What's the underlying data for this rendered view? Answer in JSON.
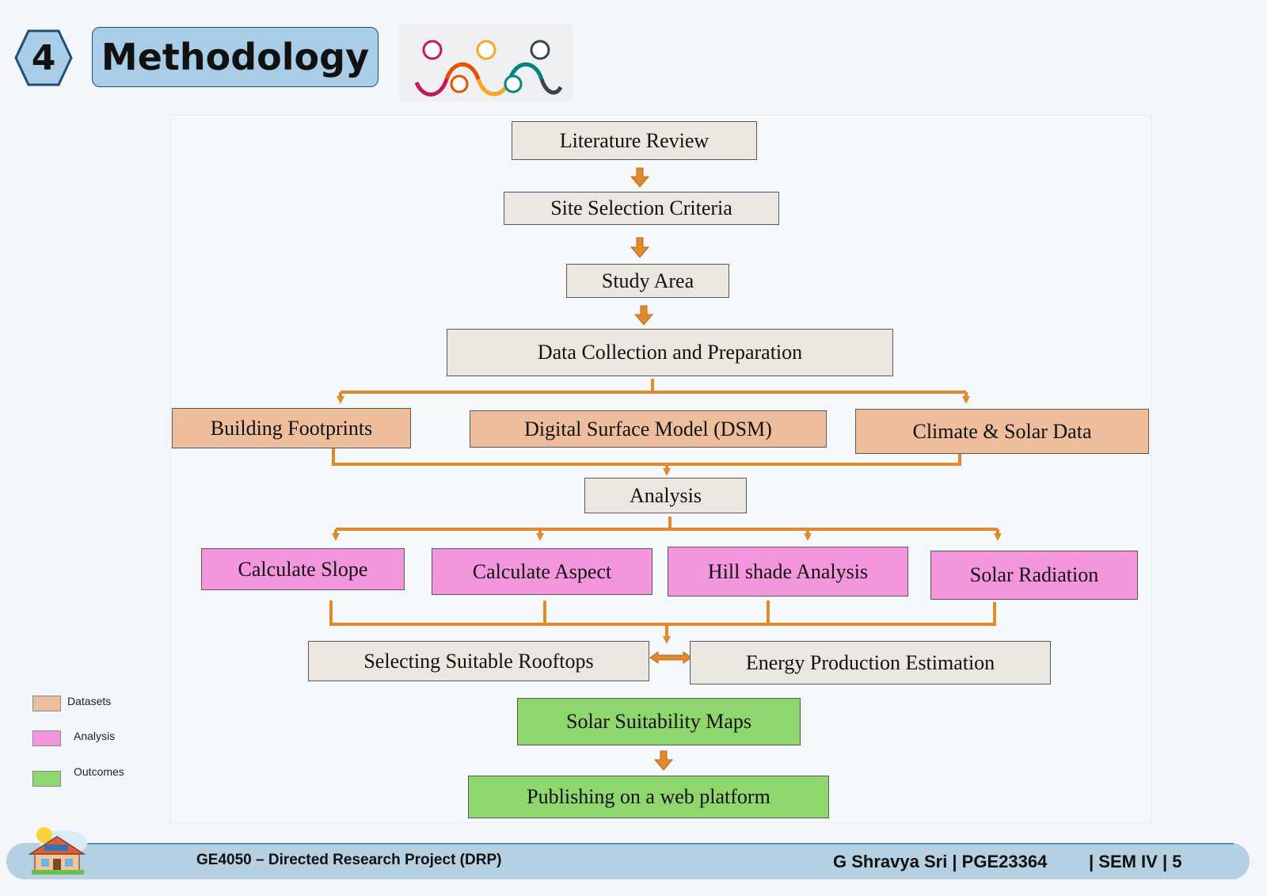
{
  "slide": {
    "number": "4",
    "title": "Methodology",
    "timeline_icon": "timeline-steps-icon"
  },
  "flow": {
    "literature_review": "Literature Review",
    "site_selection": "Site Selection Criteria",
    "study_area": "Study Area",
    "data_collection": "Data Collection and Preparation",
    "datasets": [
      "Building Footprints",
      "Digital Surface Model (DSM)",
      "Climate & Solar Data"
    ],
    "analysis": "Analysis",
    "analyses": [
      "Calculate Slope",
      "Calculate Aspect",
      "Hill shade Analysis",
      "Solar Radiation"
    ],
    "selecting_rooftops": "Selecting Suitable Rooftops",
    "energy_estimation": "Energy Production Estimation",
    "suitability_maps": "Solar Suitability Maps",
    "publishing": "Publishing on a web platform"
  },
  "legend": [
    {
      "label": "Datasets",
      "color": "#eebe9c"
    },
    {
      "label": "Analysis",
      "color": "#f396dd"
    },
    {
      "label": "Outcomes",
      "color": "#8ed66d"
    }
  ],
  "footer": {
    "course": "GE4050 –  Directed Research Project (DRP)",
    "author": "G Shravya Sri | PGE23364",
    "sem": "| SEM IV | 5",
    "icon": "solar-house-icon"
  },
  "colors": {
    "arrow": "#e08a2c",
    "plain_box": "#ece6e0",
    "dataset": "#eebe9c",
    "analysis": "#f396dd",
    "outcome": "#8ed66d",
    "title_box": "#a9cde6"
  }
}
